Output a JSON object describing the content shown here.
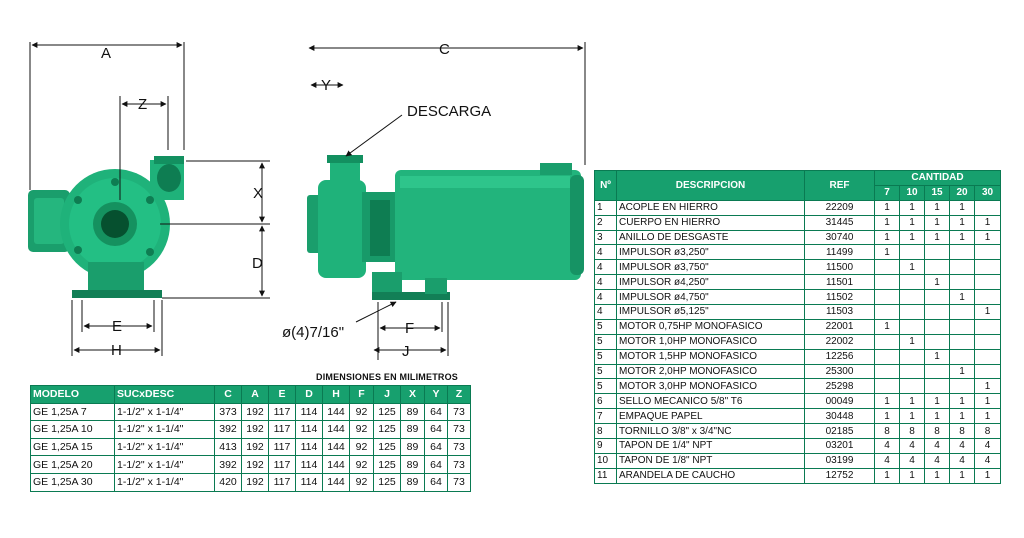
{
  "labels": {
    "A": "A",
    "Z": "Z",
    "X": "X",
    "D": "D",
    "E": "E",
    "H": "H",
    "C": "C",
    "Y": "Y",
    "descarga": "DESCARGA",
    "bolt": "ø(4)7/16\"",
    "F": "F",
    "J": "J"
  },
  "colors": {
    "accent": "#17a06e",
    "pump_green": "#1fb27a",
    "pump_dark": "#0e7d52"
  },
  "dimensions": {
    "caption": "DIMENSIONES EN MILIMETROS",
    "headers": [
      "MODELO",
      "SUCxDESC",
      "C",
      "A",
      "E",
      "D",
      "H",
      "F",
      "J",
      "X",
      "Y",
      "Z"
    ],
    "rows": [
      [
        "GE 1,25A 7",
        "1-1/2\" x 1-1/4\"",
        "373",
        "192",
        "117",
        "114",
        "144",
        "92",
        "125",
        "89",
        "64",
        "73"
      ],
      [
        "GE 1,25A 10",
        "1-1/2\" x 1-1/4\"",
        "392",
        "192",
        "117",
        "114",
        "144",
        "92",
        "125",
        "89",
        "64",
        "73"
      ],
      [
        "GE 1,25A 15",
        "1-1/2\" x 1-1/4\"",
        "413",
        "192",
        "117",
        "114",
        "144",
        "92",
        "125",
        "89",
        "64",
        "73"
      ],
      [
        "GE 1,25A 20",
        "1-1/2\" x 1-1/4\"",
        "392",
        "192",
        "117",
        "114",
        "144",
        "92",
        "125",
        "89",
        "64",
        "73"
      ],
      [
        "GE 1,25A 30",
        "1-1/2\" x 1-1/4\"",
        "420",
        "192",
        "117",
        "114",
        "144",
        "92",
        "125",
        "89",
        "64",
        "73"
      ]
    ]
  },
  "parts": {
    "header_no": "Nº",
    "header_desc": "DESCRIPCION",
    "header_ref": "REF",
    "header_cantidad": "CANTIDAD",
    "qty_cols": [
      "7",
      "10",
      "15",
      "20",
      "30"
    ],
    "rows": [
      [
        "1",
        "ACOPLE EN HIERRO",
        "22209",
        "1",
        "1",
        "1",
        "1",
        ""
      ],
      [
        "2",
        "CUERPO EN HIERRO",
        "31445",
        "1",
        "1",
        "1",
        "1",
        "1"
      ],
      [
        "3",
        "ANILLO DE DESGASTE",
        "30740",
        "1",
        "1",
        "1",
        "1",
        "1"
      ],
      [
        "4",
        "IMPULSOR ø3,250\"",
        "11499",
        "1",
        "",
        "",
        "",
        ""
      ],
      [
        "4",
        "IMPULSOR ø3,750\"",
        "11500",
        "",
        "1",
        "",
        "",
        ""
      ],
      [
        "4",
        "IMPULSOR ø4,250\"",
        "11501",
        "",
        "",
        "1",
        "",
        ""
      ],
      [
        "4",
        "IMPULSOR ø4,750\"",
        "11502",
        "",
        "",
        "",
        "1",
        ""
      ],
      [
        "4",
        "IMPULSOR ø5,125\"",
        "11503",
        "",
        "",
        "",
        "",
        "1"
      ],
      [
        "5",
        "MOTOR 0,75HP MONOFASICO",
        "22001",
        "1",
        "",
        "",
        "",
        ""
      ],
      [
        "5",
        "MOTOR 1,0HP MONOFASICO",
        "22002",
        "",
        "1",
        "",
        "",
        ""
      ],
      [
        "5",
        "MOTOR 1,5HP MONOFASICO",
        "12256",
        "",
        "",
        "1",
        "",
        ""
      ],
      [
        "5",
        "MOTOR 2,0HP MONOFASICO",
        "25300",
        "",
        "",
        "",
        "1",
        ""
      ],
      [
        "5",
        "MOTOR 3,0HP MONOFASICO",
        "25298",
        "",
        "",
        "",
        "",
        "1"
      ],
      [
        "6",
        "SELLO MECANICO 5/8\" T6",
        "00049",
        "1",
        "1",
        "1",
        "1",
        "1"
      ],
      [
        "7",
        "EMPAQUE PAPEL",
        "30448",
        "1",
        "1",
        "1",
        "1",
        "1"
      ],
      [
        "8",
        "TORNILLO 3/8\" x 3/4\"NC",
        "02185",
        "8",
        "8",
        "8",
        "8",
        "8"
      ],
      [
        "9",
        "TAPON DE 1/4\" NPT",
        "03201",
        "4",
        "4",
        "4",
        "4",
        "4"
      ],
      [
        "10",
        "TAPON DE 1/8\" NPT",
        "03199",
        "4",
        "4",
        "4",
        "4",
        "4"
      ],
      [
        "11",
        "ARANDELA DE CAUCHO",
        "12752",
        "1",
        "1",
        "1",
        "1",
        "1"
      ]
    ]
  }
}
